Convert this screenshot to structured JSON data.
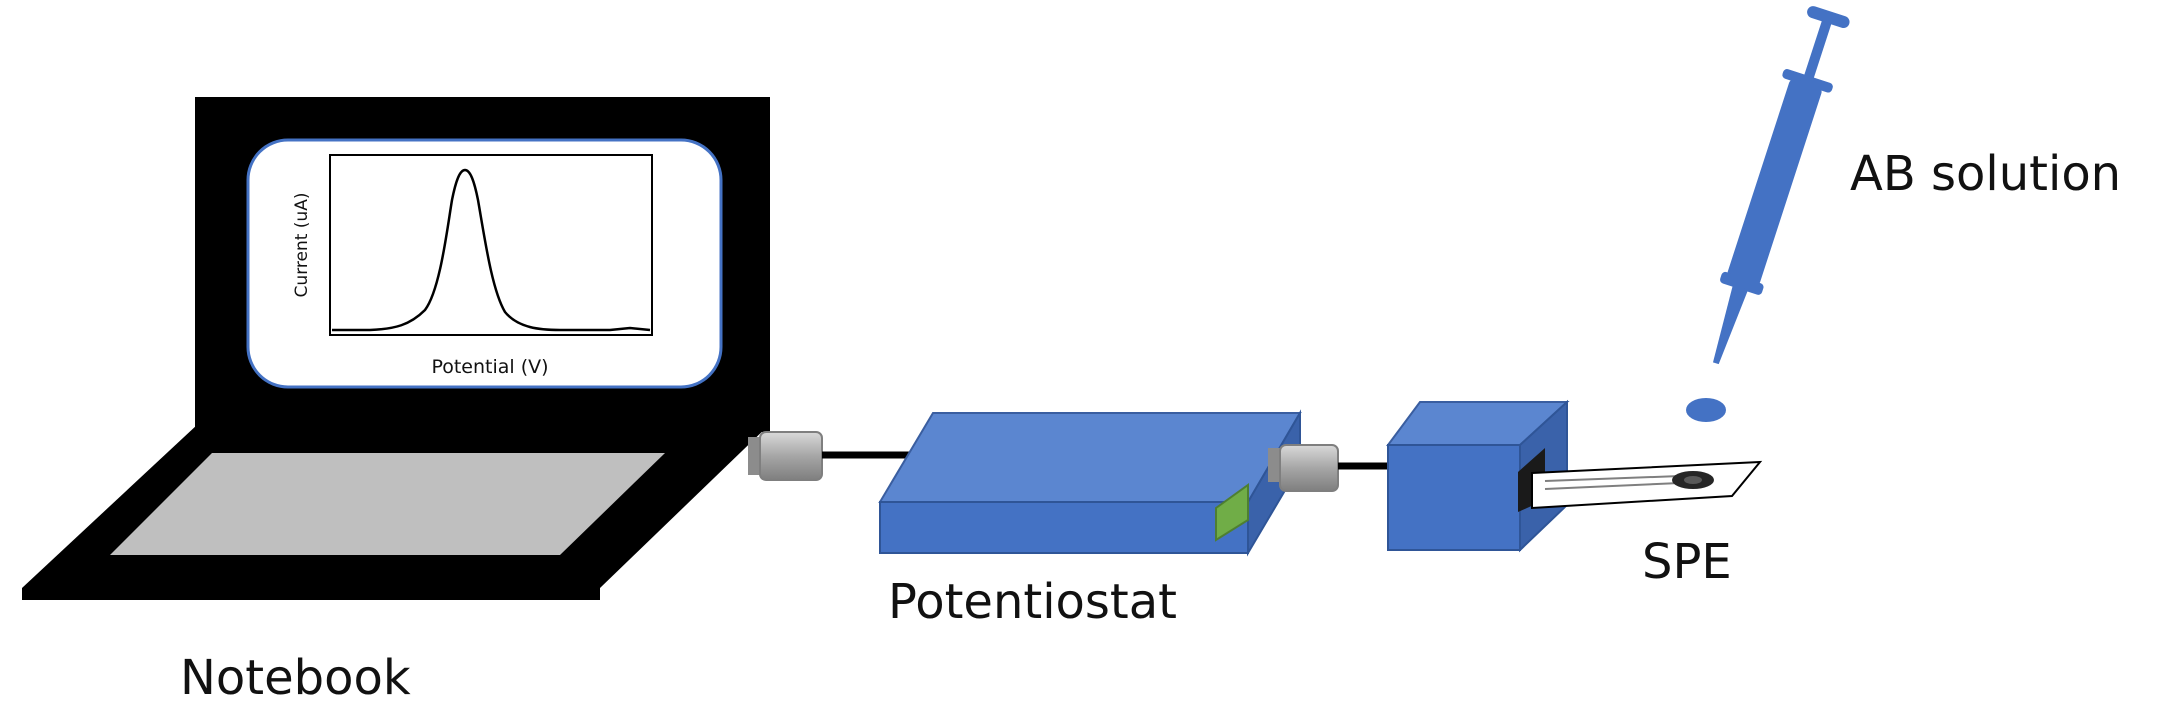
{
  "labels": {
    "notebook": "Notebook",
    "potentiostat": "Potentiostat",
    "spe": "SPE",
    "ab_solution": "AB solution"
  },
  "screen_plot": {
    "xlabel": "Potential (V)",
    "ylabel": "Current (uA)"
  },
  "colors": {
    "laptop": "#000000",
    "device_blue": "#4472c4",
    "syringe_blue": "#4472c4",
    "connector_gray": "#a6a6a6",
    "indicator_green": "#70ad47",
    "trackpad_gray": "#bfbfbf"
  }
}
